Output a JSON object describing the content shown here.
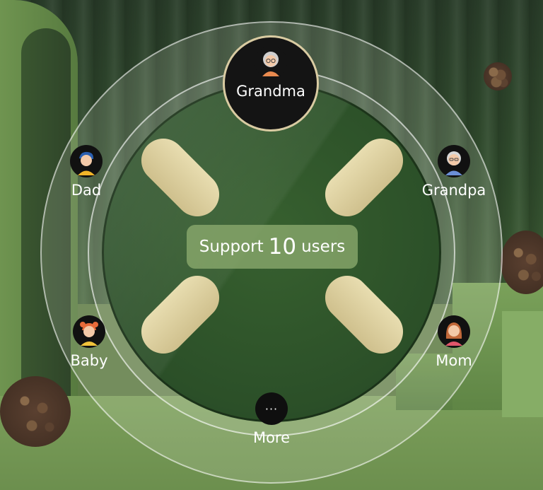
{
  "center": {
    "support_prefix": "Support",
    "support_count": "10",
    "support_suffix": "users"
  },
  "users": {
    "selected": {
      "label": "Grandma",
      "icon": "grandma-avatar-icon"
    },
    "dad": {
      "label": "Dad",
      "icon": "dad-avatar-icon"
    },
    "grandpa": {
      "label": "Grandpa",
      "icon": "grandpa-avatar-icon"
    },
    "baby": {
      "label": "Baby",
      "icon": "baby-avatar-icon"
    },
    "mom": {
      "label": "Mom",
      "icon": "mom-avatar-icon"
    },
    "more": {
      "label": "More",
      "glyph": "···",
      "icon": "more-dots-icon"
    }
  },
  "colors": {
    "accent_pad": "#e3d7a8",
    "face_green": "#2f5229",
    "badge_green": "#8caa6e",
    "selected_ring": "#d9cba2"
  }
}
